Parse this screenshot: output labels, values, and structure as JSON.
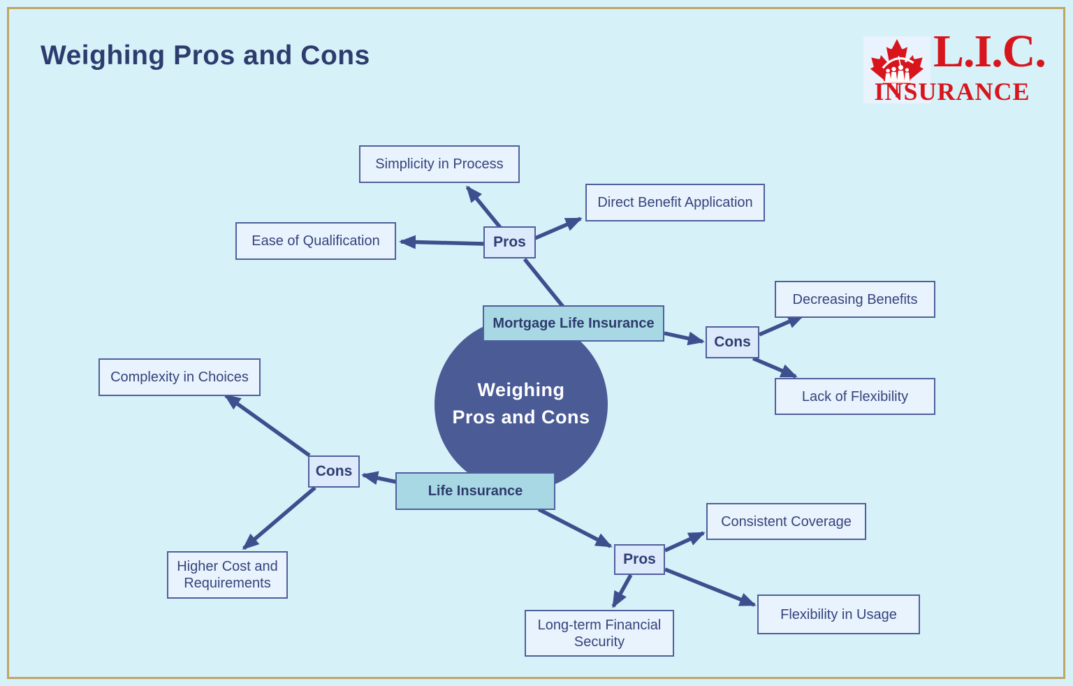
{
  "header": {
    "title": "Weighing Pros and Cons"
  },
  "logo": {
    "icon": "maple-leaf-family-icon",
    "acronym": "L.I.C.",
    "name": "INSURANCE"
  },
  "center": {
    "line1": "Weighing",
    "line2": "Pros and Cons"
  },
  "nodes": {
    "mortgage": "Mortgage Life Insurance",
    "mortgage_pros": "Pros",
    "mortgage_cons": "Cons",
    "life": "Life Insurance",
    "life_pros": "Pros",
    "life_cons": "Cons",
    "simplicity": "Simplicity in Process",
    "direct_benefit": "Direct Benefit Application",
    "ease_qualification": "Ease of Qualification",
    "decreasing_benefits": "Decreasing Benefits",
    "lack_flexibility": "Lack of Flexibility",
    "complexity": "Complexity in Choices",
    "higher_cost": "Higher Cost and Requirements",
    "consistent_coverage": "Consistent Coverage",
    "flexibility_usage": "Flexibility in Usage",
    "longterm_security": "Long-term Financial Security"
  },
  "colors": {
    "background": "#d6f1f8",
    "frame": "#c0a567",
    "node_border": "#4f5f9d",
    "leaf_fill": "#e9f3fd",
    "pros_cons_fill": "#dceafb",
    "topic_fill": "#a8d8e4",
    "connector": "#3e4f8e",
    "circle_fill": "#4a5b96",
    "title_text": "#2d3c6e",
    "logo_red": "#d8151d"
  }
}
